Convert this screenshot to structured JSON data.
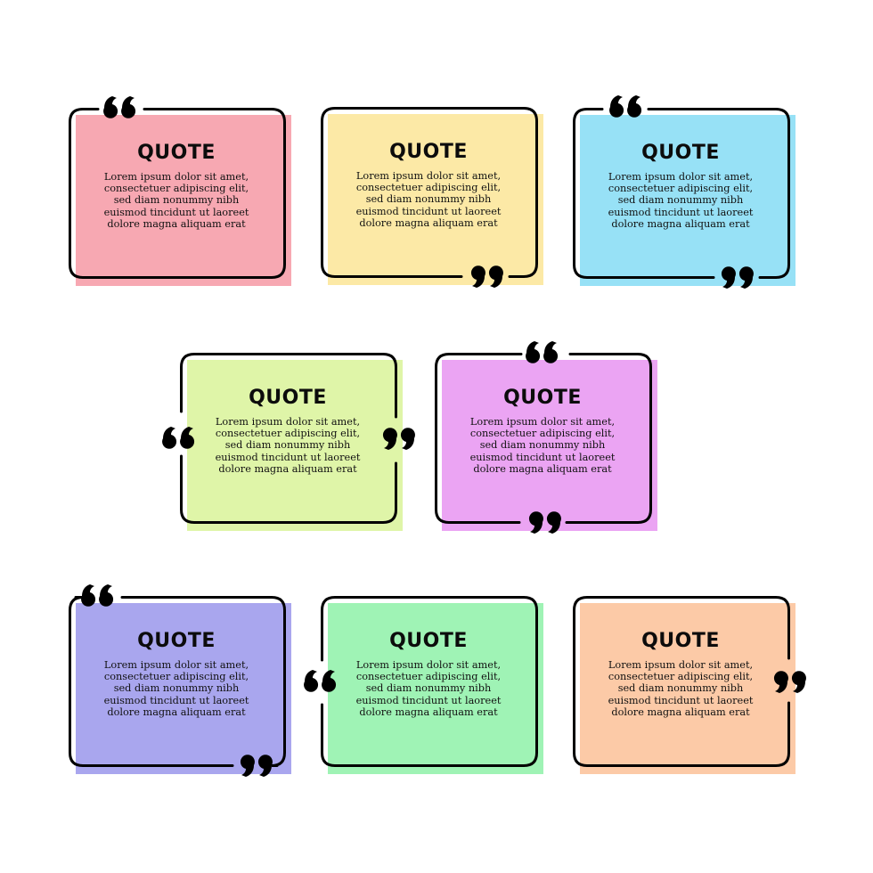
{
  "cards": [
    {
      "title": "QUOTE",
      "color": "#f7a8b2",
      "gap": "top",
      "marks": [
        "open-top"
      ],
      "lines": [
        "Lorem ipsum dolor sit amet,",
        "consectetuer adipiscing elit,",
        "sed diam nonummy nibh",
        "euismod tincidunt ut laoreet",
        "dolore magna aliquam erat"
      ]
    },
    {
      "title": "QUOTE",
      "color": "#fce9a6",
      "gap": "bottom",
      "marks": [
        "close-bottom"
      ],
      "lines": [
        "Lorem ipsum dolor sit amet,",
        "consectetuer adipiscing elit,",
        "sed diam nonummy nibh",
        "euismod tincidunt ut laoreet",
        "dolore magna aliquam erat"
      ]
    },
    {
      "title": "QUOTE",
      "color": "#97e1f6",
      "gap": "top,bottom",
      "marks": [
        "open-top",
        "close-bottom"
      ],
      "lines": [
        "Lorem ipsum dolor sit amet,",
        "consectetuer adipiscing elit,",
        "sed diam nonummy nibh",
        "euismod tincidunt ut laoreet",
        "dolore magna aliquam erat"
      ]
    },
    {
      "title": "QUOTE",
      "color": "#dff5a8",
      "gap": "left,right",
      "marks": [
        "open-left",
        "close-right"
      ],
      "lines": [
        "Lorem ipsum dolor sit amet,",
        "consectetuer adipiscing elit,",
        "sed diam nonummy nibh",
        "euismod tincidunt ut laoreet",
        "dolore magna aliquam erat"
      ]
    },
    {
      "title": "QUOTE",
      "color": "#eba4f3",
      "gap": "top,bottom",
      "marks": [
        "open-top",
        "close-bottom"
      ],
      "lines": [
        "Lorem ipsum dolor sit amet,",
        "consectetuer adipiscing elit,",
        "sed diam nonummy nibh",
        "euismod tincidunt ut laoreet",
        "dolore magna aliquam erat"
      ]
    },
    {
      "title": "QUOTE",
      "color": "#a9a6ee",
      "gap": "top,bottom",
      "marks": [
        "open-top",
        "close-bottom"
      ],
      "lines": [
        "Lorem ipsum dolor sit amet,",
        "consectetuer adipiscing elit,",
        "sed diam nonummy nibh",
        "euismod tincidunt ut laoreet",
        "dolore magna aliquam erat"
      ]
    },
    {
      "title": "QUOTE",
      "color": "#9ff3b5",
      "gap": "left",
      "marks": [
        "open-left"
      ],
      "lines": [
        "Lorem ipsum dolor sit amet,",
        "consectetuer adipiscing elit,",
        "sed diam nonummy nibh",
        "euismod tincidunt ut laoreet",
        "dolore magna aliquam erat"
      ]
    },
    {
      "title": "QUOTE",
      "color": "#fccaa7",
      "gap": "right",
      "marks": [
        "close-right"
      ],
      "lines": [
        "Lorem ipsum dolor sit amet,",
        "consectetuer adipiscing elit,",
        "sed diam nonummy nibh",
        "euismod tincidunt ut laoreet",
        "dolore magna aliquam erat"
      ]
    }
  ]
}
